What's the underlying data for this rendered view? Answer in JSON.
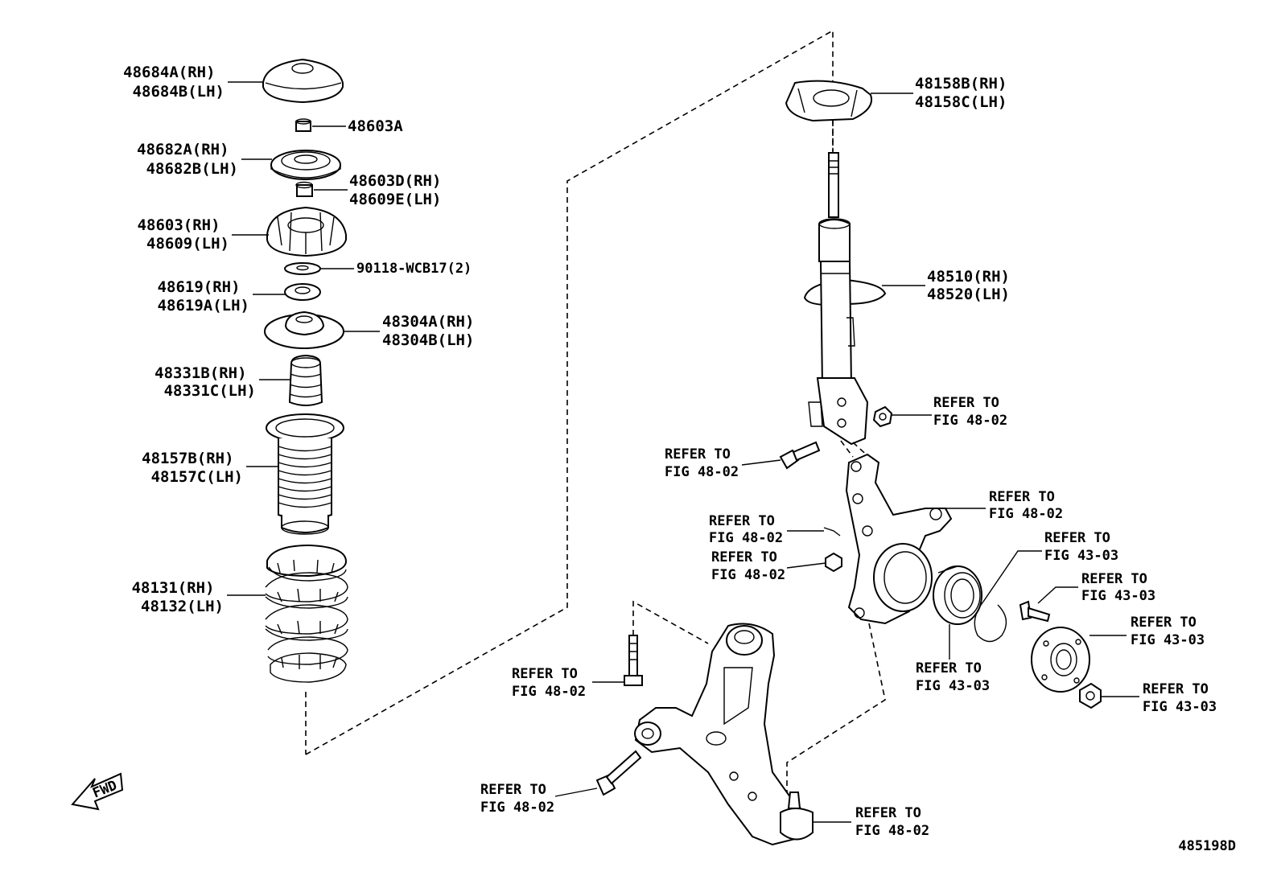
{
  "callouts": [
    {
      "id": "top-mount-cover",
      "lines": [
        "48684A(RH)",
        "48684B(LH)"
      ]
    },
    {
      "id": "nut-top",
      "lines": [
        "48603A"
      ]
    },
    {
      "id": "bearing",
      "lines": [
        "48682A(RH)",
        "48682B(LH)"
      ]
    },
    {
      "id": "nut-mid",
      "lines": [
        "48603D(RH)",
        "48609E(LH)"
      ]
    },
    {
      "id": "support",
      "lines": [
        "48603(RH)",
        "48609(LH)"
      ]
    },
    {
      "id": "washer",
      "lines": [
        "90118-WCB17(2)"
      ]
    },
    {
      "id": "spacer",
      "lines": [
        "48619(RH)",
        "48619A(LH)"
      ]
    },
    {
      "id": "spring-seat",
      "lines": [
        "48304A(RH)",
        "48304B(LH)"
      ]
    },
    {
      "id": "bumper",
      "lines": [
        "48331B(RH)",
        "48331C(LH)"
      ]
    },
    {
      "id": "boot",
      "lines": [
        "48157B(RH)",
        "48157C(LH)"
      ]
    },
    {
      "id": "coil-spring",
      "lines": [
        "48131(RH)",
        "48132(LH)"
      ]
    },
    {
      "id": "upper-insulator",
      "lines": [
        "48158B(RH)",
        "48158C(LH)"
      ]
    },
    {
      "id": "strut",
      "lines": [
        "48510(RH)",
        "48520(LH)"
      ]
    },
    {
      "id": "ref-nut-strut",
      "lines": [
        "REFER TO",
        "FIG 48-02"
      ]
    },
    {
      "id": "ref-bolt-strut",
      "lines": [
        "REFER TO",
        "FIG 48-02"
      ]
    },
    {
      "id": "ref-knuckle-arm",
      "lines": [
        "REFER TO",
        "FIG 48-02"
      ]
    },
    {
      "id": "ref-clip",
      "lines": [
        "REFER TO",
        "FIG 48-02"
      ]
    },
    {
      "id": "ref-nut-knuckle",
      "lines": [
        "REFER TO",
        "FIG 48-02"
      ]
    },
    {
      "id": "ref-snap-ring",
      "lines": [
        "REFER TO",
        "FIG 43-03"
      ]
    },
    {
      "id": "ref-hub-bolt",
      "lines": [
        "REFER TO",
        "FIG 43-03"
      ]
    },
    {
      "id": "ref-hub",
      "lines": [
        "REFER TO",
        "FIG 43-03"
      ]
    },
    {
      "id": "ref-wheel-bearing",
      "lines": [
        "REFER TO",
        "FIG 43-03"
      ]
    },
    {
      "id": "ref-hub-nut",
      "lines": [
        "REFER TO",
        "FIG 43-03"
      ]
    },
    {
      "id": "ref-arm-bolt-upper",
      "lines": [
        "REFER TO",
        "FIG 48-02"
      ]
    },
    {
      "id": "ref-arm-bolt-lower",
      "lines": [
        "REFER TO",
        "FIG 48-02"
      ]
    },
    {
      "id": "ref-ball-joint",
      "lines": [
        "REFER TO",
        "FIG 48-02"
      ]
    }
  ],
  "fwd_label": "FWD",
  "diagram_number": "485198D"
}
